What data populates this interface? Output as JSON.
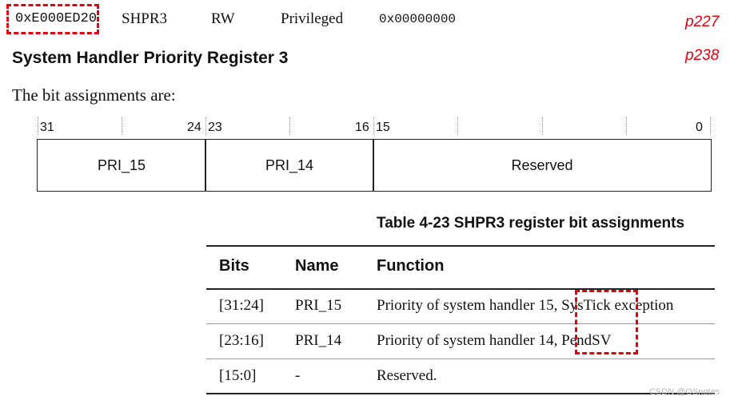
{
  "register_row": {
    "address": "0xE000ED20",
    "name": "SHPR3",
    "access": "RW",
    "privilege": "Privileged",
    "reset": "0x00000000",
    "page_ref": "p227"
  },
  "heading": {
    "title": "System Handler Priority Register 3",
    "page_ref": "p238"
  },
  "intro": "The bit assignments are:",
  "bit_diagram": {
    "bit_numbers": [
      "31",
      "24",
      "23",
      "16",
      "15",
      "0"
    ],
    "fields": [
      {
        "label": "PRI_15",
        "msb": 31,
        "lsb": 24
      },
      {
        "label": "PRI_14",
        "msb": 23,
        "lsb": 16
      },
      {
        "label": "Reserved",
        "msb": 15,
        "lsb": 0
      }
    ]
  },
  "table": {
    "caption": "Table 4-23 SHPR3 register bit assignments",
    "headers": [
      "Bits",
      "Name",
      "Function"
    ],
    "rows": [
      {
        "bits": "[31:24]",
        "name": "PRI_15",
        "function_prefix": "Priority of system handler 15,",
        "function_highlight": "SysTick",
        "function_suffix": "exception"
      },
      {
        "bits": "[23:16]",
        "name": "PRI_14",
        "function_prefix": "Priority of system handler 14,",
        "function_highlight": "PendSV",
        "function_suffix": ""
      },
      {
        "bits": "[15:0]",
        "name": "-",
        "function_prefix": "Reserved.",
        "function_highlight": "",
        "function_suffix": ""
      }
    ]
  },
  "watermark": "CSDN @OSnotes",
  "colors": {
    "highlight": "#e3000f",
    "text": "#111111",
    "rule": "#222222"
  }
}
